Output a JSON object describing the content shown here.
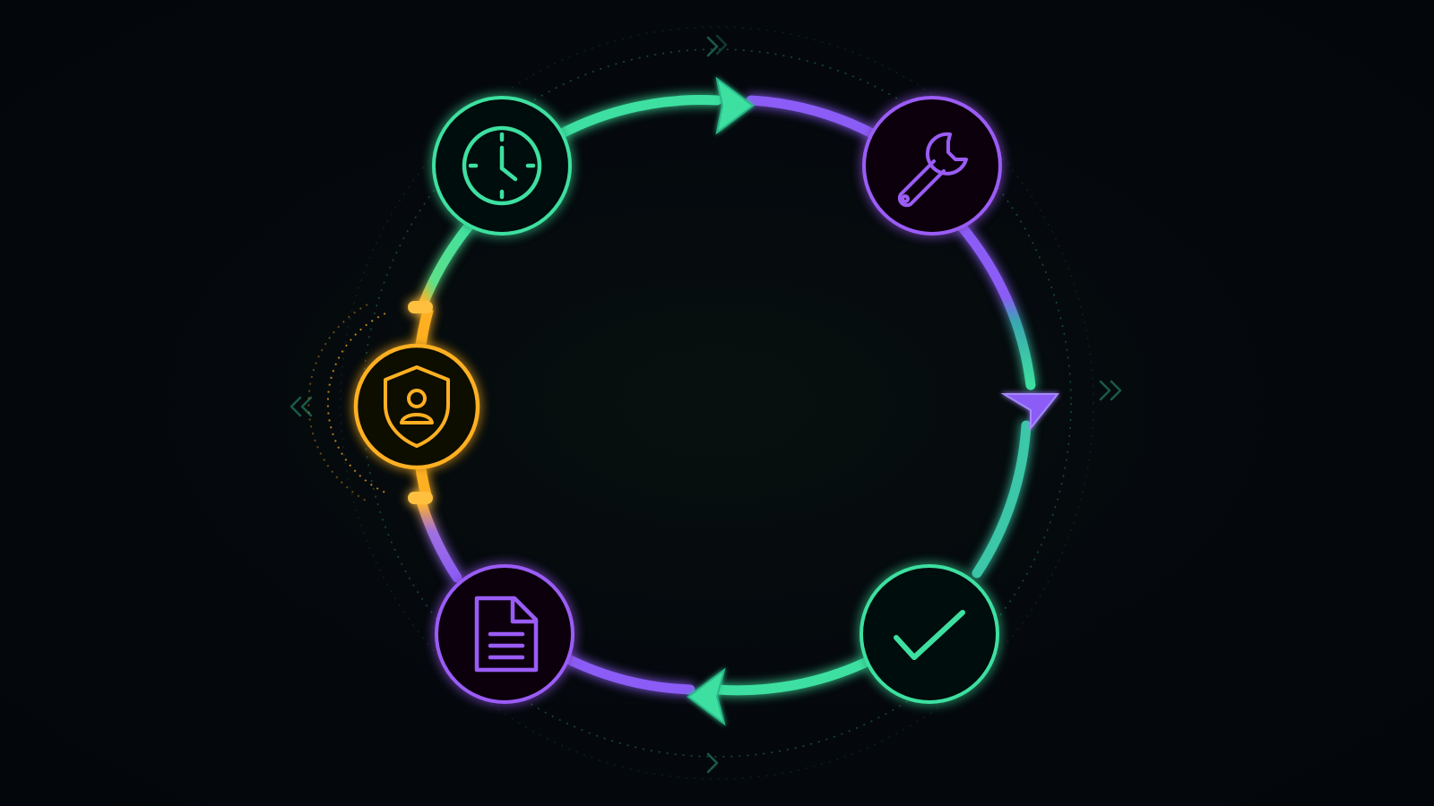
{
  "diagram": {
    "type": "cycle",
    "nodes": [
      {
        "id": "time",
        "icon": "clock-icon",
        "color": "#3ee0a0"
      },
      {
        "id": "maintenance",
        "icon": "wrench-icon",
        "color": "#9b5cf6"
      },
      {
        "id": "approval",
        "icon": "checkmark-icon",
        "color": "#3ee0a0"
      },
      {
        "id": "documentation",
        "icon": "document-icon",
        "color": "#9b5cf6"
      },
      {
        "id": "security",
        "icon": "shield-user-icon",
        "color": "#ffb020",
        "highlighted": true
      }
    ],
    "flow_direction": "clockwise",
    "colors": {
      "green": "#3ee0a0",
      "purple": "#9b5cf6",
      "amber": "#ffb020",
      "background": "#04080c"
    }
  }
}
